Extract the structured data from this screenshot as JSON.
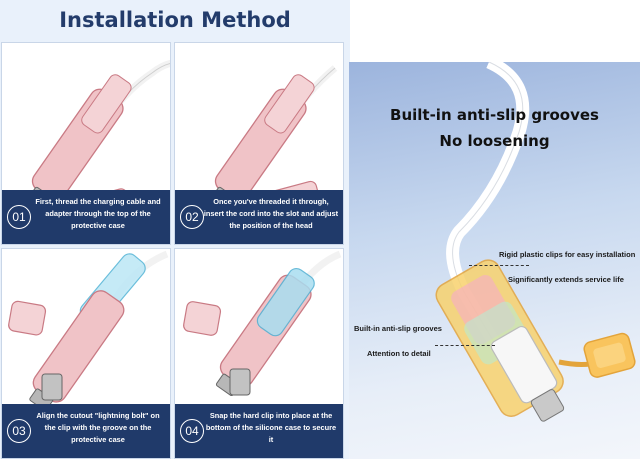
{
  "title": "Installation Method",
  "steps": [
    {
      "num": "01",
      "text": "First, thread the charging cable and adapter through the top of the protective case"
    },
    {
      "num": "02",
      "text": "Once you've threaded it through, insert the cord into the slot and adjust the position of the head"
    },
    {
      "num": "03",
      "text": "Align the cutout  \"lightning bolt\" on the clip with the groove on the protective case"
    },
    {
      "num": "04",
      "text": "Snap the hard clip into place at the bottom of the silicone case to secure it"
    }
  ],
  "right": {
    "headline_1": "Built-in anti-slip grooves",
    "headline_2": "No loosening",
    "notes": {
      "rigid_clips": "Rigid plastic clips for easy installation",
      "service_life": "Significantly extends service life",
      "grooves": "Built-in anti-slip grooves",
      "attention": "Attention to detail"
    }
  },
  "colors": {
    "navy": "#203a6a",
    "pink_case": "#e7a9ae",
    "blue_clip": "#86d3ec",
    "orange_case": "#f7c460"
  }
}
